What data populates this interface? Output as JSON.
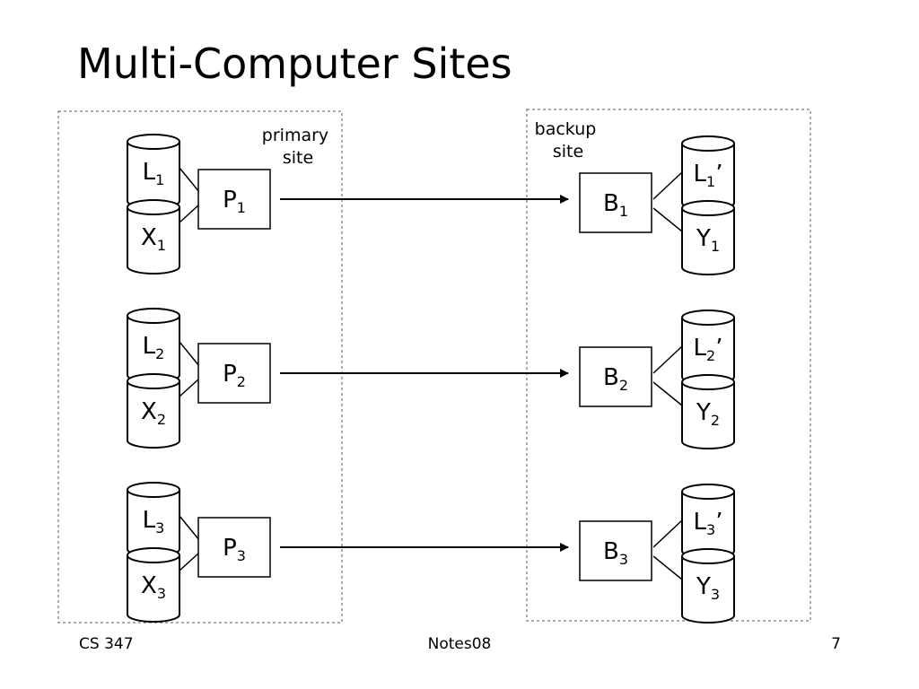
{
  "title": "Multi-Computer Sites",
  "primary_site": {
    "label_line1": "primary",
    "label_line2": "site",
    "groups": [
      {
        "log": {
          "base": "L",
          "sub": "1"
        },
        "data": {
          "base": "X",
          "sub": "1"
        },
        "processor": {
          "base": "P",
          "sub": "1"
        }
      },
      {
        "log": {
          "base": "L",
          "sub": "2"
        },
        "data": {
          "base": "X",
          "sub": "2"
        },
        "processor": {
          "base": "P",
          "sub": "2"
        }
      },
      {
        "log": {
          "base": "L",
          "sub": "3"
        },
        "data": {
          "base": "X",
          "sub": "3"
        },
        "processor": {
          "base": "P",
          "sub": "3"
        }
      }
    ]
  },
  "backup_site": {
    "label_line1": "backup",
    "label_line2": "site",
    "groups": [
      {
        "processor": {
          "base": "B",
          "sub": "1"
        },
        "log": {
          "base": "L",
          "sub": "1",
          "prime": "’"
        },
        "data": {
          "base": "Y",
          "sub": "1"
        }
      },
      {
        "processor": {
          "base": "B",
          "sub": "2"
        },
        "log": {
          "base": "L",
          "sub": "2",
          "prime": "’"
        },
        "data": {
          "base": "Y",
          "sub": "2"
        }
      },
      {
        "processor": {
          "base": "B",
          "sub": "3"
        },
        "log": {
          "base": "L",
          "sub": "3",
          "prime": "’"
        },
        "data": {
          "base": "Y",
          "sub": "3"
        }
      }
    ]
  },
  "footer": {
    "left": "CS 347",
    "center": "Notes08",
    "right": "7"
  }
}
